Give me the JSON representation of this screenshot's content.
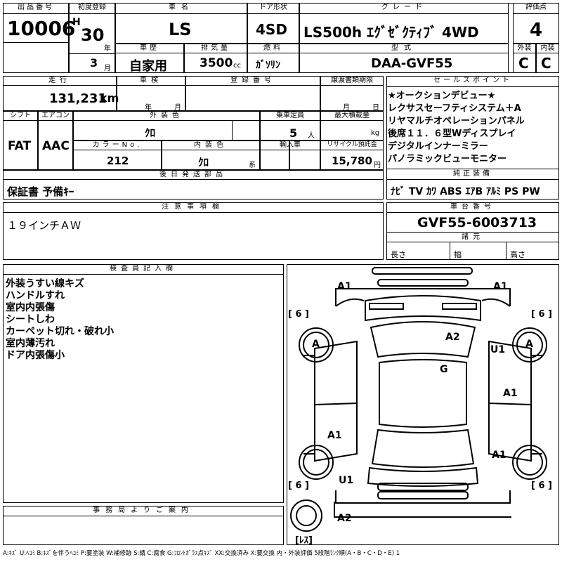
{
  "header": {
    "lot_label": "出品番号",
    "lot_value": "10006",
    "first_reg_label": "初度登録",
    "era_letter": "H",
    "year_value": "30",
    "year_unit": "年",
    "month_value": "3",
    "month_unit": "月",
    "name_label": "車名",
    "name_value": "LS",
    "door_label": "ドア形状",
    "door_value": "4SD",
    "grade_label": "グレード",
    "grade_value": "LS500h ｴｸﾞｾﾞｸﾃｨﾌﾞ 4WD",
    "score_label": "評価点",
    "score_value": "4",
    "history_label": "車歴",
    "history_value": "自家用",
    "disp_label": "排気量",
    "disp_value": "3500",
    "disp_unit": "cc",
    "fuel_label": "燃料",
    "fuel_value": "ｶﾞｿﾘﾝ",
    "model_label": "型式",
    "model_value": "DAA-GVF55",
    "ext_label": "外装",
    "ext_value": "C",
    "int_label": "内装",
    "int_value": "C"
  },
  "spec": {
    "mileage_label": "走行",
    "mileage_value": "131,231",
    "mileage_unit": "km",
    "inspection_label": "車検",
    "insp_year_unit": "年",
    "insp_month_unit": "月",
    "regno_label": "登録番号",
    "transfer_label": "譲渡書類期限",
    "tr_month_unit": "月",
    "tr_day_unit": "日",
    "shift_label": "シフト",
    "shift_value": "FAT",
    "ac_label": "エアコン",
    "ac_value": "AAC",
    "color_label": "外装色",
    "color_value": "ｸﾛ",
    "capacity_label": "乗車定員",
    "capacity_value": "5",
    "capacity_unit": "人",
    "load_label": "最大積載量",
    "load_unit": "kg",
    "colorno_label": "カラーNo.",
    "colorno_value": "212",
    "intcolor_label": "内装色",
    "intcolor_value": "ｸﾛ",
    "intcolor_unit": "系",
    "import_label": "輸入車",
    "recycle_label": "リサイクル預託金",
    "recycle_value": "15,780",
    "recycle_unit": "円",
    "later_label": "後日発送部品",
    "later_value": "保証書 予備ｷｰ"
  },
  "selling": {
    "label": "セールスポイント",
    "lines": [
      "★オークションデビュー★",
      "レクサスセーフティシステム＋A",
      "リヤマルチオペレーションパネル",
      "後席１１．６型Wディスプレイ",
      "デジタルインナーミラー",
      "パノラミックビューモニター"
    ]
  },
  "equipment": {
    "label": "純正装備",
    "value": "ﾅﾋﾞ TV ｶﾜ ABS ｴｱB ｱﾙﾐ PS PW"
  },
  "notice": {
    "label": "注意事項欄",
    "value": "１９インチＡＷ"
  },
  "chassis": {
    "label": "車台番号",
    "value": "GVF55-6003713",
    "dims_label": "諸元",
    "length_label": "長さ",
    "width_label": "幅",
    "height_label": "高さ"
  },
  "inspector": {
    "label": "検査員記入欄",
    "lines": [
      "外装うすい線キズ",
      "ハンドルすれ",
      "室内内張傷",
      "シートしわ",
      "カーペット切れ・破れ小",
      "室内薄汚れ",
      "ドア内張傷小"
    ]
  },
  "office": {
    "label": "事務局よりご案内"
  },
  "diagram": {
    "marks": [
      "A1",
      "A1",
      "A2",
      "G",
      "U1",
      "A1",
      "A1",
      "A1",
      "U1",
      "A2",
      "A",
      "A"
    ],
    "brackets": [
      "[ 6 ]",
      "[ 6 ]",
      "[ 6 ]",
      "[ 6 ]"
    ],
    "spare": "[ﾚｽ]"
  },
  "legend": "A:ｷｽﾞ U:ﾍｺﾐ B:ｷｽﾞを伴うﾍｺﾐ P:要塗装 W:補修跡 S:錆 C:腐食 G:ﾌﾛﾝﾄｶﾞﾗｽ点ｷｽﾞ XX:交換済み X:要交換 内・外装評価 5段階ﾗﾝｸ順(A・B・C・D・E) 1"
}
